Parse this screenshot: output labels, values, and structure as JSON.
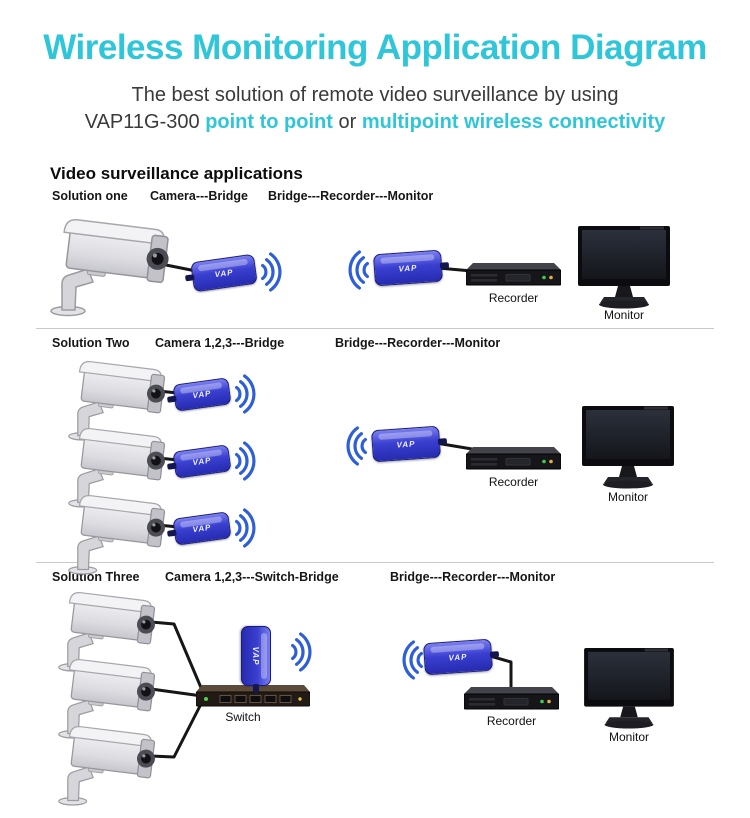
{
  "colors": {
    "accent": "#2ec6d8",
    "bridgeBlue": "#3a3fd0",
    "waveBlue": "#2e5fd8"
  },
  "header": {
    "title": "Wireless Monitoring Application Diagram",
    "subtitle_line1": "The best solution of remote video surveillance by using",
    "subtitle_model": "VAP11G-300",
    "subtitle_link1": "point to point",
    "subtitle_conj": "or",
    "subtitle_link2": "multipoint wireless connectivity"
  },
  "section_heading": "Video surveillance applications",
  "device_label": "VAP",
  "solutions": [
    {
      "name": "Solution one",
      "topology_left": "Camera---Bridge",
      "topology_right": "Bridge---Recorder---Monitor",
      "labels": {
        "recorder": "Recorder",
        "monitor": "Monitor"
      }
    },
    {
      "name": "Solution Two",
      "topology_left": "Camera 1,2,3---Bridge",
      "topology_right": "Bridge---Recorder---Monitor",
      "labels": {
        "recorder": "Recorder",
        "monitor": "Monitor"
      }
    },
    {
      "name": "Solution Three",
      "topology_left": "Camera 1,2,3---Switch-Bridge",
      "topology_right": "Bridge---Recorder---Monitor",
      "labels": {
        "switch": "Switch",
        "recorder": "Recorder",
        "monitor": "Monitor"
      }
    }
  ]
}
